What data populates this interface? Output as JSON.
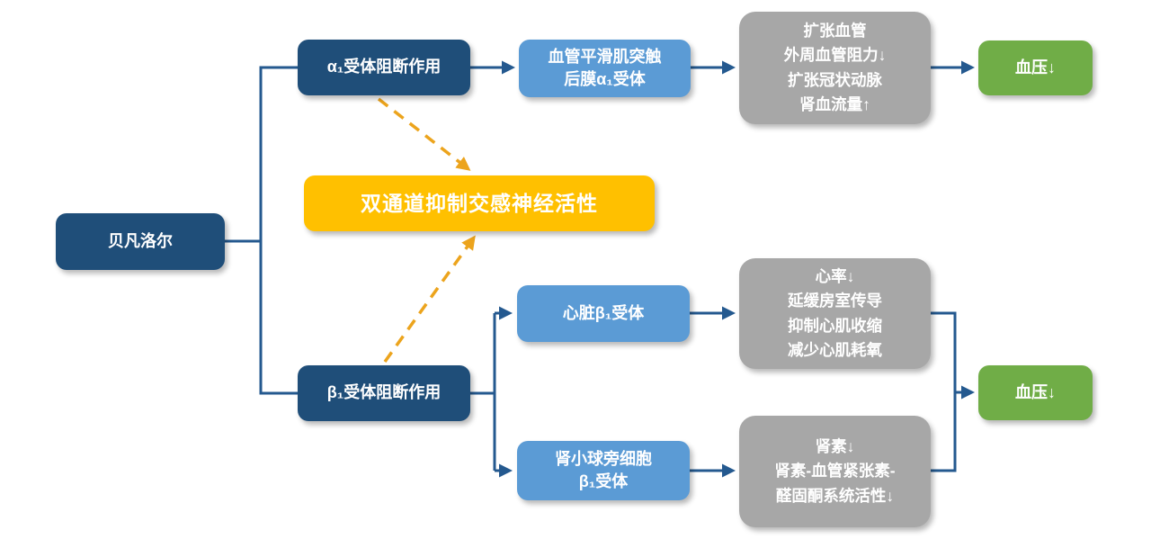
{
  "diagram": {
    "nodes": {
      "drug": {
        "label": "贝凡洛尔"
      },
      "alpha_block": {
        "label": "α₁受体阻断作用"
      },
      "beta_block": {
        "label": "β₁受体阻断作用"
      },
      "dual_channel": {
        "label": "双通道抑制交感神经活性"
      },
      "vascular_receptorystr": {
        "label": ""
      },
      "vascular_receptor": {
        "label": "血管平滑肌突触\n后膜α₁受体"
      },
      "cardiac_receptor": {
        "label": "心脏β₁受体"
      },
      "juxtaglomerular_receptor": {
        "label": "肾小球旁细胞\nβ₁受体"
      },
      "alpha_effects": {
        "label": "扩张血管\n外周血管阻力↓\n扩张冠状动脉\n肾血流量↑"
      },
      "cardiac_effects": {
        "label": "心率↓\n延缓房室传导\n抑制心肌收缩\n减少心肌耗氧"
      },
      "renin_effects": {
        "label": "肾素↓\n肾素-血管紧张素-\n醛固酮系统活性↓"
      },
      "bp_down_top": {
        "label": "血压↓"
      },
      "bp_down_bottom": {
        "label": "血压↓"
      }
    },
    "edges": [
      {
        "from": "drug",
        "to": "alpha_block",
        "style": "solid-elbow"
      },
      {
        "from": "drug",
        "to": "beta_block",
        "style": "solid-elbow"
      },
      {
        "from": "alpha_block",
        "to": "vascular_receptor",
        "style": "solid-arrow"
      },
      {
        "from": "vascular_receptor",
        "to": "alpha_effects",
        "style": "solid-arrow"
      },
      {
        "from": "alpha_effects",
        "to": "bp_down_top",
        "style": "solid-arrow"
      },
      {
        "from": "beta_block",
        "to": "cardiac_receptor",
        "style": "solid-elbow-arrow"
      },
      {
        "from": "beta_block",
        "to": "juxtaglomerular_receptor",
        "style": "solid-elbow-arrow"
      },
      {
        "from": "cardiac_receptor",
        "to": "cardiac_effects",
        "style": "solid-arrow"
      },
      {
        "from": "juxtaglomerular_receptor",
        "to": "renin_effects",
        "style": "solid-arrow"
      },
      {
        "from": "cardiac_effects",
        "to": "bp_down_bottom",
        "style": "solid-elbow-arrow"
      },
      {
        "from": "renin_effects",
        "to": "bp_down_bottom",
        "style": "solid-elbow-arrow"
      },
      {
        "from": "alpha_block",
        "to": "dual_channel",
        "style": "dashed-arrow"
      },
      {
        "from": "beta_block",
        "to": "dual_channel",
        "style": "dashed-arrow"
      }
    ],
    "colors": {
      "navy": "#1F4E79",
      "blue": "#5B9BD5",
      "gray": "#A7A7A7",
      "green": "#70AD47",
      "gold": "#FFC000",
      "gold_line": "#ECA41D",
      "line": "#24598F",
      "background": "#FFFFFF",
      "text": "#FFFFFF"
    }
  }
}
